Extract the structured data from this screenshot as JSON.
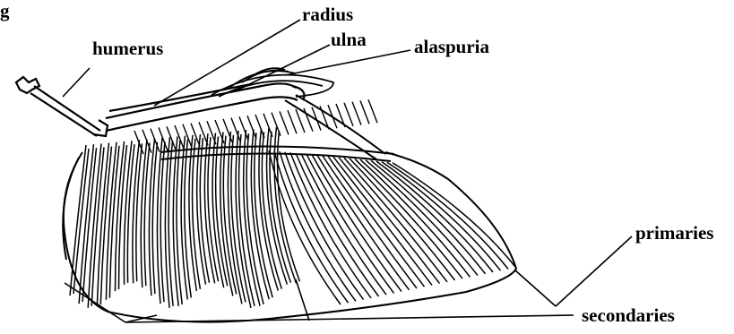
{
  "figure": {
    "heading": "g",
    "labels": {
      "humerus": "humerus",
      "radius": "radius",
      "ulna": "ulna",
      "alaspuria": "alaspuria",
      "primaries": "primaries",
      "secondaries": "secondaries"
    },
    "ink_color": "#000000",
    "background_color": "#ffffff"
  }
}
